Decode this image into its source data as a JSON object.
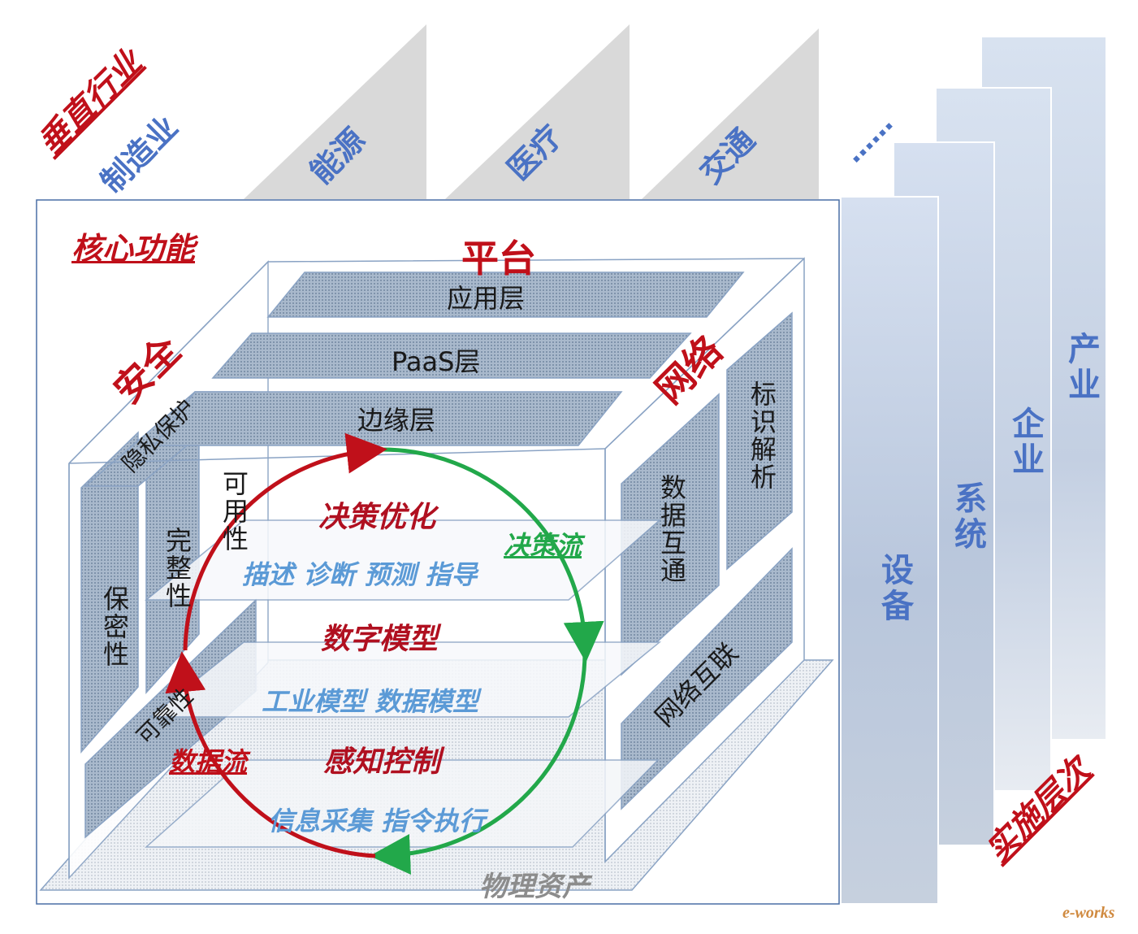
{
  "industries": {
    "title": "垂直行业",
    "items": [
      "制造业",
      "能源",
      "医疗",
      "交通",
      "……"
    ]
  },
  "levels": {
    "title": "实施层次",
    "items": [
      "设备",
      "系统",
      "企业",
      "产业"
    ]
  },
  "core": {
    "title": "核心功能",
    "platform": {
      "title": "平台",
      "layers": [
        "应用层",
        "PaaS层",
        "边缘层"
      ]
    },
    "network": {
      "title": "网络",
      "items": [
        "标识解析",
        "数据互通",
        "网络互联"
      ]
    },
    "security": {
      "title": "安全",
      "items": [
        "保密性",
        "完整性",
        "可用性",
        "隐私保护",
        "可靠性"
      ]
    },
    "loop": {
      "decision": "决策优化",
      "decision_sub": "描述 诊断 预测 指导",
      "model": "数字模型",
      "model_sub": "工业模型  数据模型",
      "sense": "感知控制",
      "sense_sub": "信息采集 指令执行",
      "decision_flow": "决策流",
      "data_flow": "数据流"
    },
    "base": "物理资产"
  },
  "watermark": "e-works",
  "colors": {
    "red": "#c0101a",
    "green": "#22a84a",
    "blue": "#4a72c4",
    "panel": "#c9d6ea"
  }
}
